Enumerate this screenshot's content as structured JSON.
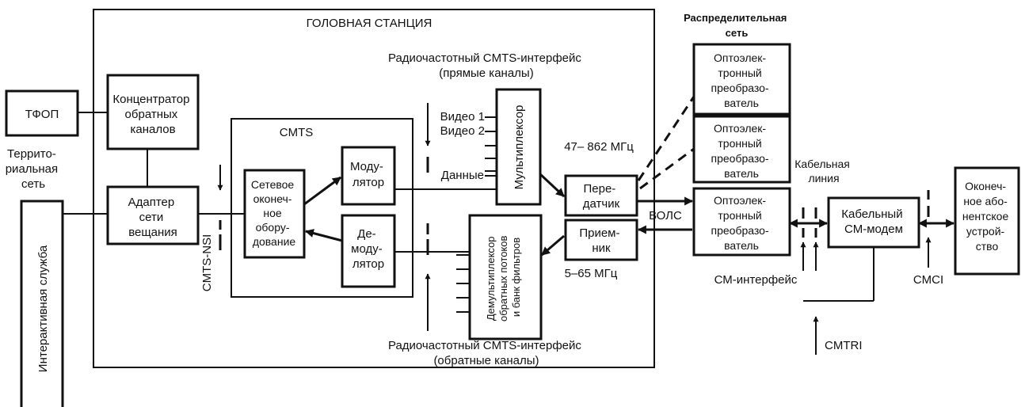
{
  "headend": {
    "title": "ГОЛОВНАЯ СТАНЦИЯ"
  },
  "distribution": {
    "line1": "Распределительная",
    "line2": "сеть"
  },
  "pstn": {
    "label": "ТФОП"
  },
  "wan": {
    "line1": "Террито-",
    "line2": "риальная",
    "line3": "сеть"
  },
  "interactive": {
    "label": "Интерактивная служба"
  },
  "concentrator": {
    "line1": "Концентратор",
    "line2": "обратных",
    "line3": "каналов"
  },
  "adapter": {
    "line1": "Адаптер",
    "line2": "сети",
    "line3": "вещания"
  },
  "cmts": {
    "title": "CMTS"
  },
  "network_terminal": {
    "line1": "Сетевое",
    "line2": "оконеч-",
    "line3": "ное",
    "line4": "обору-",
    "line5": "дование"
  },
  "modulator": {
    "line1": "Моду-",
    "line2": "лятор"
  },
  "demodulator": {
    "line1": "Де-",
    "line2": "моду-",
    "line3": "лятор"
  },
  "nsi": {
    "label": "CMTS-NSI"
  },
  "rf_downstream": {
    "line1": "Радиочастотный CMTS-интерфейс",
    "line2": "(прямые каналы)"
  },
  "rf_upstream": {
    "line1": "Радиочастотный CMTS-интерфейс",
    "line2": "(обратные каналы)"
  },
  "video1": {
    "label": "Видео 1"
  },
  "video2": {
    "label": "Видео 2"
  },
  "data_in": {
    "label": "Данные"
  },
  "multiplexer": {
    "label": "Мультиплексор"
  },
  "demux": {
    "line1": "Демультиплексор",
    "line2": "обратных потоков",
    "line3": "и банк фильтров"
  },
  "band_down": {
    "label": "47– 862 МГц"
  },
  "band_up": {
    "label": "5–65 МГц"
  },
  "transmitter": {
    "line1": "Пере-",
    "line2": "датчик"
  },
  "receiver": {
    "line1": "Прием-",
    "line2": "ник"
  },
  "fiber": {
    "label": "ВОЛС"
  },
  "converter": {
    "line1": "Оптоэлек-",
    "line2": "тронный",
    "line3": "преобразо-",
    "line4": "ватель"
  },
  "cable_line": {
    "line1": "Кабельная",
    "line2": "линия"
  },
  "modem": {
    "line1": "Кабельный",
    "line2": "СМ-модем"
  },
  "terminal_device": {
    "line1": "Оконеч-",
    "line2": "ное або-",
    "line3": "нентское",
    "line4": "устрой-",
    "line5": "ство"
  },
  "cm_interface": {
    "label": "СМ-интерфейс"
  },
  "cmci": {
    "label": "CMCI"
  },
  "cmtri": {
    "label": "CMTRI"
  }
}
